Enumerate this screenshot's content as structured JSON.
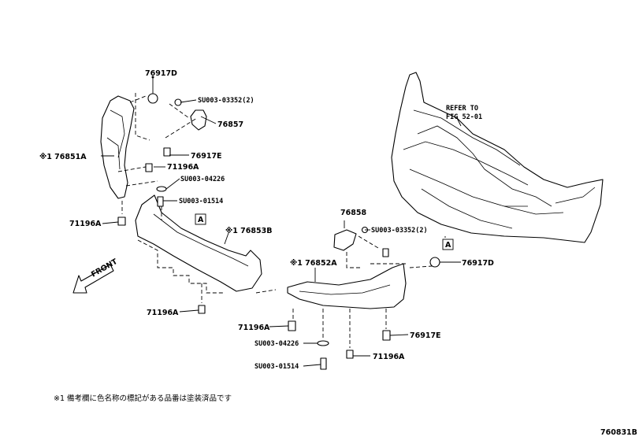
{
  "labels": {
    "p76917D_top": "76917D",
    "s000303352_top": "SU003-03352(2)",
    "p76857": "76857",
    "p76851A": "※1 76851A",
    "p76917E_left": "76917E",
    "p71196A_left_top": "71196A",
    "s000304226_left": "SU003-04226",
    "s000301514_left": "SU003-01514",
    "p71196A_left": "71196A",
    "p76853B": "※1 76853B",
    "p71196A_bottom_left": "71196A",
    "p71196A_mid": "71196A",
    "s000304226_bottom": "SU003-04226",
    "s000301514_bottom": "SU003-01514",
    "p76858": "76858",
    "s000303352_right": "SU003-03352(2)",
    "p76852A": "※1 76852A",
    "p76917D_right": "76917D",
    "p76917E_right": "76917E",
    "p71196A_right": "71196A",
    "refer_line1": "REFER TO",
    "refer_line2": "FIG 52-01",
    "box_a_left": "A",
    "box_a_right": "A",
    "front": "FRONT"
  },
  "footnote": "※1 備考欄に色名称の標記がある品番は塗装済品です",
  "diagram_code": "760831B"
}
